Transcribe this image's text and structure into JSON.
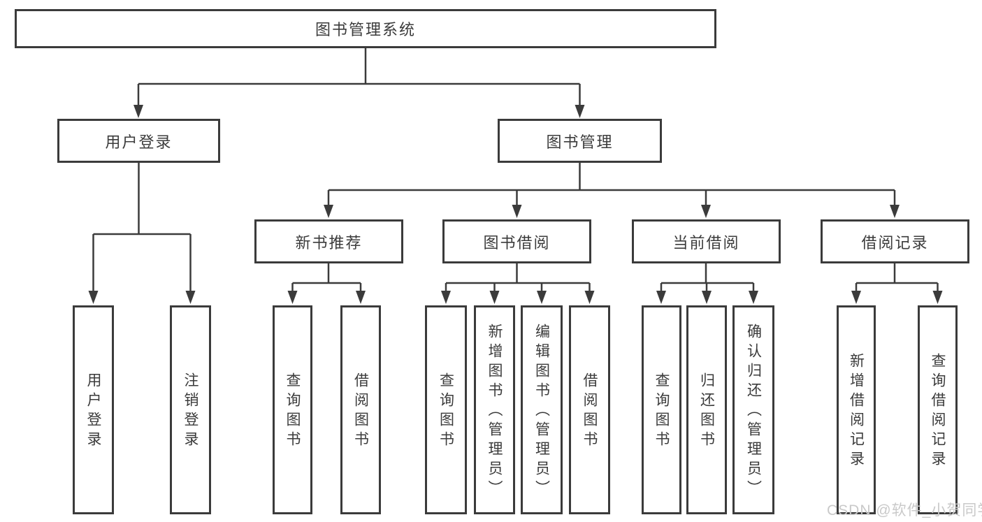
{
  "diagram": {
    "root": {
      "label": "图书管理系统"
    },
    "level2": [
      {
        "label": "用户登录"
      },
      {
        "label": "图书管理"
      }
    ],
    "level3": [
      {
        "label": "新书推荐"
      },
      {
        "label": "图书借阅"
      },
      {
        "label": "当前借阅"
      },
      {
        "label": "借阅记录"
      }
    ],
    "leaves": {
      "user_login": [
        "用户登录",
        "注销登录"
      ],
      "new_book_recommend": [
        "查询图书",
        "借阅图书"
      ],
      "book_borrow": [
        "查询图书",
        "新增图书（管理员）",
        "编辑图书（管理员）",
        "借阅图书"
      ],
      "current_borrow": [
        "查询图书",
        "归还图书",
        "确认归还（管理员）"
      ],
      "borrow_records": [
        "新增借阅记录",
        "查询借阅记录"
      ]
    }
  },
  "watermark": {
    "text": "CSDN @软件_小贺同学",
    "color": "#c9c9c9"
  },
  "colors": {
    "line": "#3b3b3b",
    "text": "#3b3b3b",
    "background": "#ffffff"
  }
}
